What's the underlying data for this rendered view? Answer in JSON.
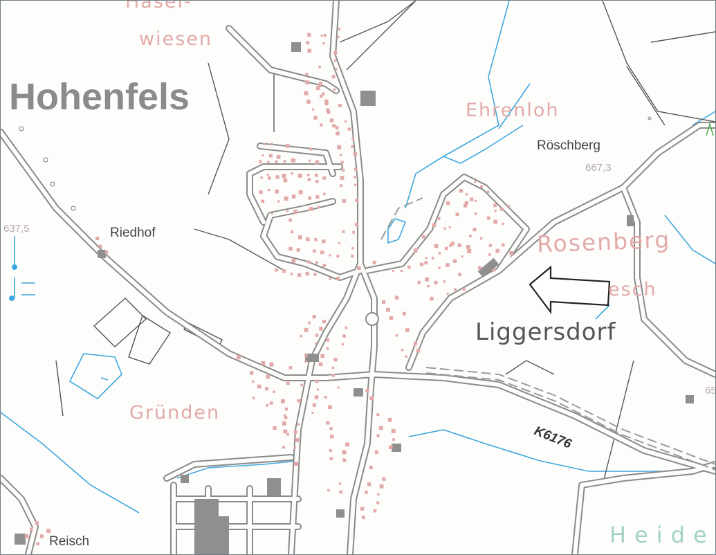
{
  "map": {
    "labels": {
      "haselwiesen_top": "Hasel-",
      "haselwiesen_bottom": "wiesen",
      "hohenfels": "Hohenfels",
      "ehrenloh": "Ehrenloh",
      "roschberg": "Röschberg",
      "roschberg_elev": "667,3",
      "elev_left": "637,5",
      "riedhof": "Riedhof",
      "rosenberg": "Rosenberg",
      "esch": "esch",
      "liggersdorf": "Liggersdorf",
      "grunden": "Gründen",
      "road_k6176": "K6176",
      "reisch": "Reisch",
      "heide": "Heide",
      "elev_right": "65"
    },
    "colors": {
      "road": "#7d7d7d",
      "building": "#e3a9a8",
      "building_dark": "#8f8f8f",
      "water": "#3ea7e0",
      "railway": "#9a9a9a",
      "arrow": "#222222"
    },
    "annotation": "arrow-pointing-left"
  }
}
